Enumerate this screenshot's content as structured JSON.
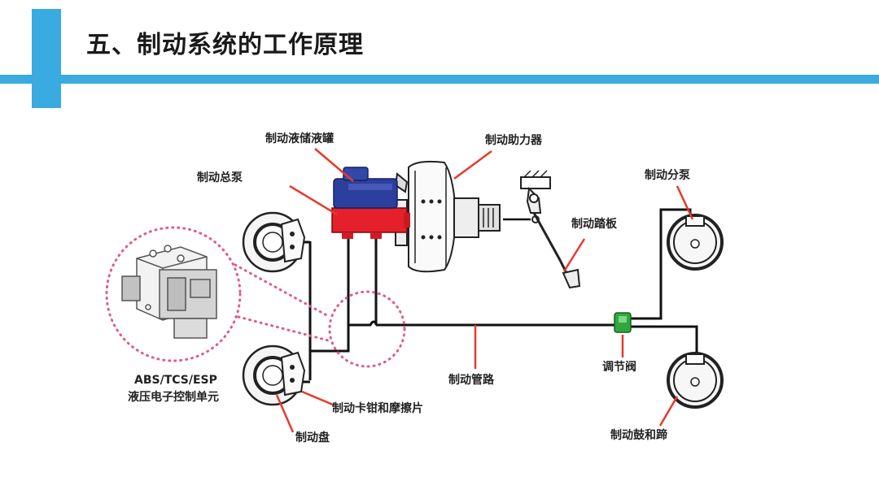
{
  "title": "五、制动系统的工作原理",
  "colors": {
    "accent": "#3aabe1",
    "callout": "#e8392b",
    "master_cylinder": "#e4202a",
    "reservoir": "#2d3f9c",
    "valve": "#2ea83e",
    "abs_circle": "#e05a8a"
  },
  "labels": {
    "reservoir": "制动液储液罐",
    "booster": "制动助力器",
    "master_cylinder": "制动总泵",
    "wheel_cylinder": "制动分泵",
    "pedal": "制动踏板",
    "abs_line1": "ABS/TCS/ESP",
    "abs_line2": "液压电子控制单元",
    "brake_line": "制动管路",
    "valve": "调节阀",
    "caliper": "制动卡钳和摩擦片",
    "disc": "制动盘",
    "drum": "制动鼓和蹄"
  }
}
